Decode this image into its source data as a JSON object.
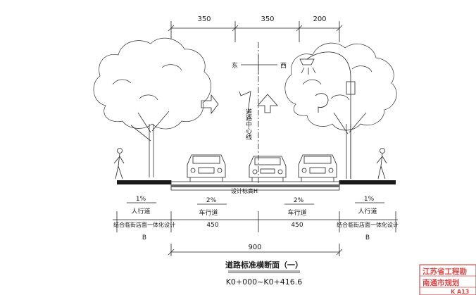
{
  "dimensions_top": [
    "350",
    "350",
    "200"
  ],
  "compass": {
    "east": "东",
    "west": "西"
  },
  "centerline_label": "道路中心线",
  "design_elevation": "设计标高H",
  "slopes": [
    "1%",
    "2%",
    "2%",
    "1%"
  ],
  "zones": [
    "人行道",
    "车行道",
    "车行道",
    "人行道"
  ],
  "combined_design": [
    "结合临街店面一体化设计",
    "结合临街店面一体化设计"
  ],
  "widths_bottom": [
    "B",
    "450",
    "450",
    "B"
  ],
  "total_width": "900",
  "title": "道路标准横断面（一）",
  "station_range": "K0+000~K0+416.6",
  "stamp": {
    "line1": "江苏省工程勘",
    "line2": "南通市规划",
    "line3": "K A13"
  },
  "colors": {
    "ink": "#1a1a1a",
    "stamp": "#d84a4a",
    "background": "#ffffff"
  }
}
